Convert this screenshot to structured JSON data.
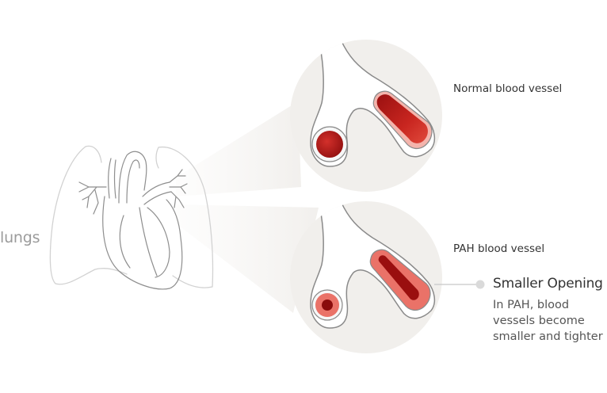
{
  "labels": {
    "lungs": "lungs",
    "normal_vessel": "Normal blood vessel",
    "pah_vessel": "PAH blood vessel"
  },
  "callout": {
    "title": "Smaller Opening",
    "body_lines": [
      "In PAH, blood",
      "vessels become",
      "smaller and tighter"
    ]
  },
  "colors": {
    "circle_bg": "#f1efec",
    "outline": "#9a9a9a",
    "blood_dark": "#8f0e0e",
    "blood_red": "#d3302b",
    "vessel_wall_thick": "#e9776e",
    "beam": "#ebe8e4",
    "connector": "#c8c8c8"
  }
}
